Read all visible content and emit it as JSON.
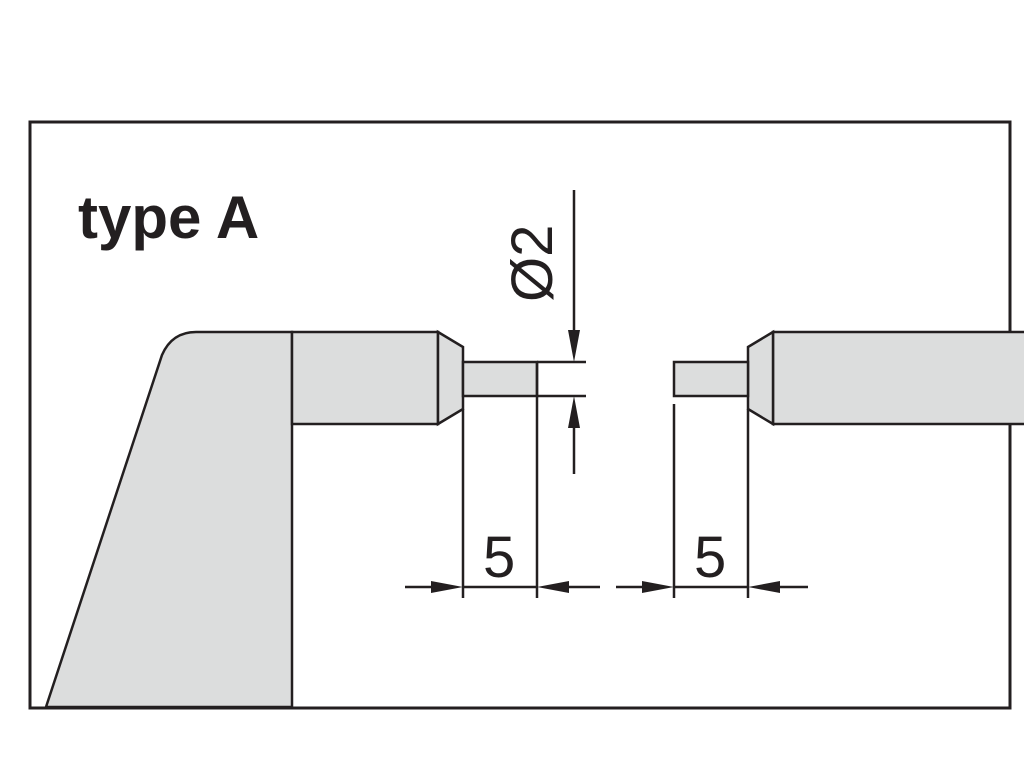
{
  "diagram": {
    "title": "type A",
    "diameter_label": "Ø2",
    "left_tip_length_label": "5",
    "right_tip_length_label": "5"
  },
  "colors": {
    "line": "#231f20",
    "part_fill": "#dcdddd",
    "background": "#ffffff"
  }
}
